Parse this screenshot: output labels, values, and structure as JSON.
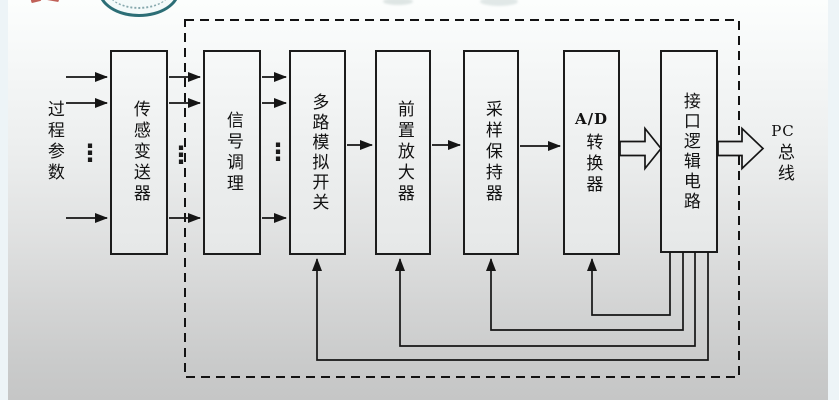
{
  "slide": {
    "decorations": {
      "logo": "circular-seal-logo-bottom-arc",
      "ellipsis_mark": "⋮"
    },
    "left_label": "过程参数",
    "boxes": [
      {
        "id": "sensor-transmitter",
        "label": "传感变送器"
      },
      {
        "id": "signal-conditioning",
        "label": "信号调理"
      },
      {
        "id": "analog-switch",
        "label": "多路模拟开关"
      },
      {
        "id": "preamplifier",
        "label": "前置放大器"
      },
      {
        "id": "sample-hold",
        "label": "采样保持器"
      },
      {
        "id": "ad-converter",
        "label": "A/D",
        "sublabel": "转换器"
      },
      {
        "id": "interface-logic",
        "label": "接口逻辑电路"
      }
    ],
    "pc_bus": {
      "latin": "PC",
      "cjk": "总线"
    },
    "colors": {
      "line": "#151515",
      "logo_teal": "#2c6e76",
      "accent_red": "#b23b30"
    }
  }
}
